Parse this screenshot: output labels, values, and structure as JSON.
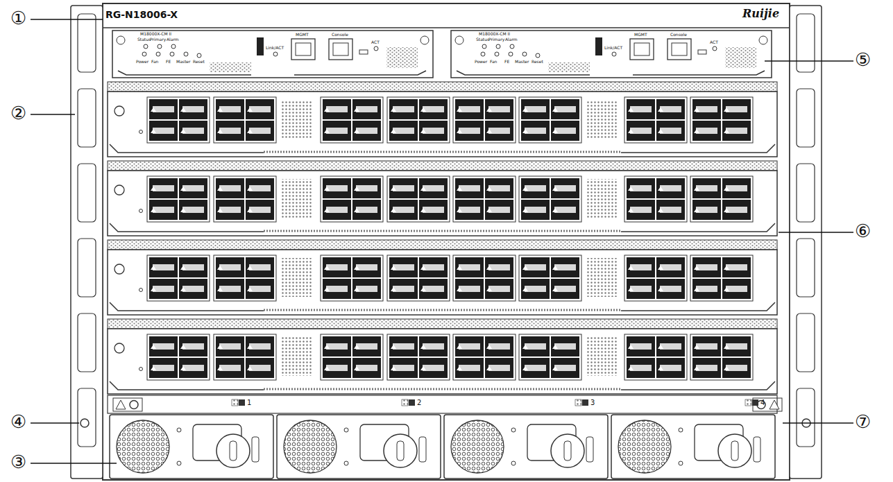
{
  "diagram": {
    "labels": [
      "①",
      "②",
      "③",
      "④",
      "⑤",
      "⑥",
      "⑦",
      "RG-N18006-X",
      "Ruijie",
      "M18000X-CM II",
      "Status",
      "Primary",
      "Alarm",
      "Power",
      "Fan",
      "FE",
      "Master",
      "Reset",
      "Link/ACT",
      "MGMT",
      "Console",
      "ACT",
      "M18000X-CM II",
      "Status",
      "Primary",
      "Alarm",
      "Power",
      "Fan",
      "FE",
      "Master",
      "Reset",
      "Link/ACT",
      "MGMT",
      "Console",
      "ACT",
      "1",
      "2",
      "3",
      "4"
    ]
  }
}
